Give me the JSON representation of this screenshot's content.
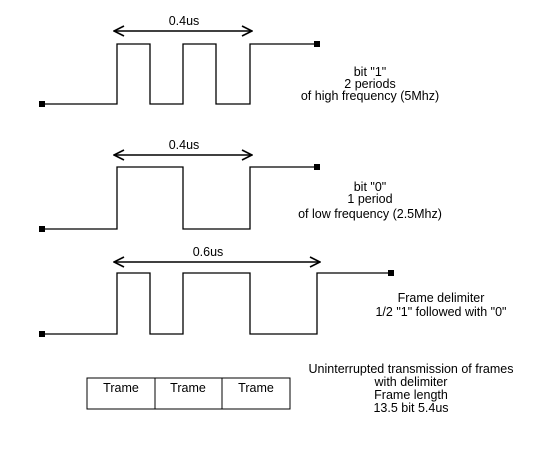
{
  "signals": [
    {
      "id": "bit-one",
      "duration_label": "0.4us",
      "description": [
        "bit \"1\"",
        "2 periods",
        "of high frequency (5Mhz)"
      ]
    },
    {
      "id": "bit-zero",
      "duration_label": "0.4us",
      "description": [
        "bit \"0\"",
        "1 period",
        "of low frequency (2.5Mhz)"
      ]
    },
    {
      "id": "frame-delimiter",
      "duration_label": "0.6us",
      "description": [
        "Frame delimiter",
        "1/2 \"1\" followed with \"0\""
      ]
    }
  ],
  "transmission": {
    "description": [
      "Uninterrupted transmission of frames",
      "with delimiter",
      "Frame length",
      "13.5 bit 5.4us"
    ],
    "frames": [
      "Trame",
      "Trame",
      "Trame"
    ]
  }
}
